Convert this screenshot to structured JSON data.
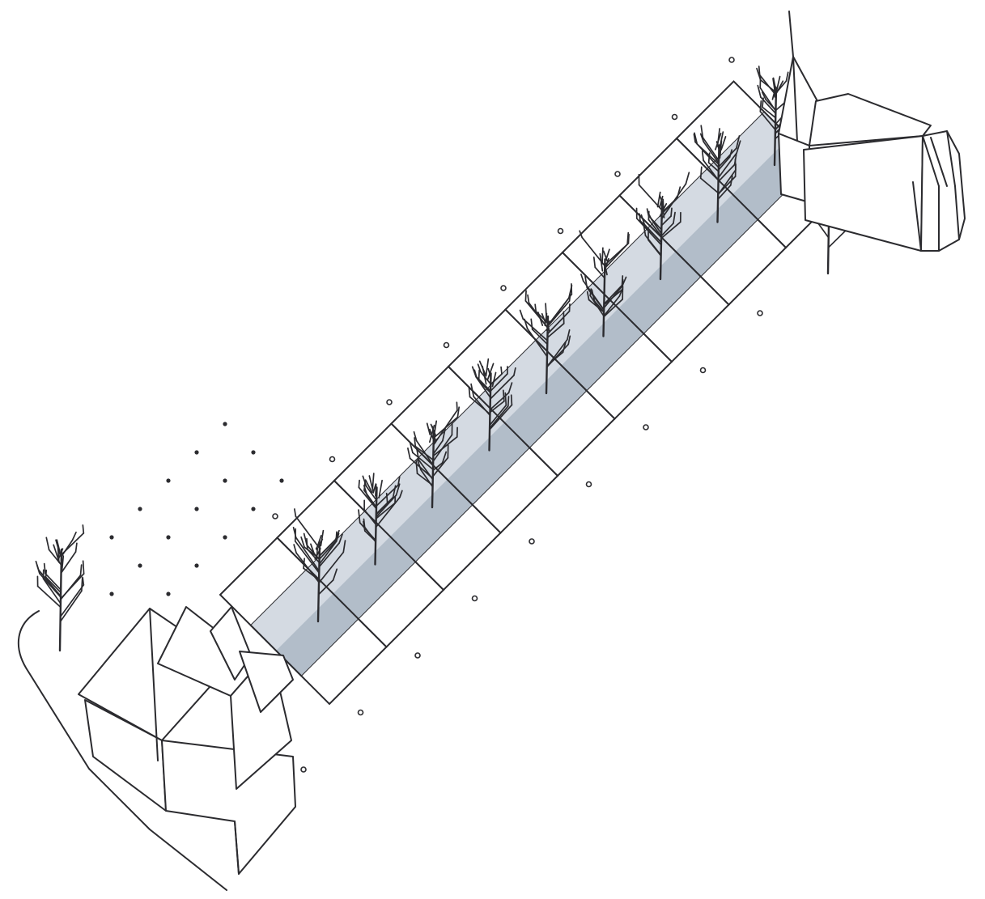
{
  "palette": {
    "line": "#2b2b2f",
    "band_light": "#d4dae2",
    "band_dark": "#b2bdc9",
    "background": "#ffffff"
  },
  "scene": {
    "segment_count": 9,
    "segments": [
      {
        "index": 0,
        "shades": [
          "light",
          "dark"
        ]
      },
      {
        "index": 1,
        "shades": [
          "light",
          "dark"
        ]
      },
      {
        "index": 2,
        "shades": [
          "light",
          "dark"
        ]
      },
      {
        "index": 3,
        "shades": [
          "light",
          "dark"
        ]
      },
      {
        "index": 4,
        "shades": [
          "light",
          "dark"
        ]
      },
      {
        "index": 5,
        "shades": [
          "light",
          "dark"
        ]
      },
      {
        "index": 6,
        "shades": [
          "light",
          "dark"
        ]
      },
      {
        "index": 7,
        "shades": [
          "light",
          "dark"
        ]
      },
      {
        "index": 8,
        "shades": [
          "light",
          "dark"
        ]
      }
    ],
    "objects": [
      "house",
      "church",
      "bare-tree",
      "curved-path",
      "dot-grid",
      "post-markers"
    ]
  }
}
